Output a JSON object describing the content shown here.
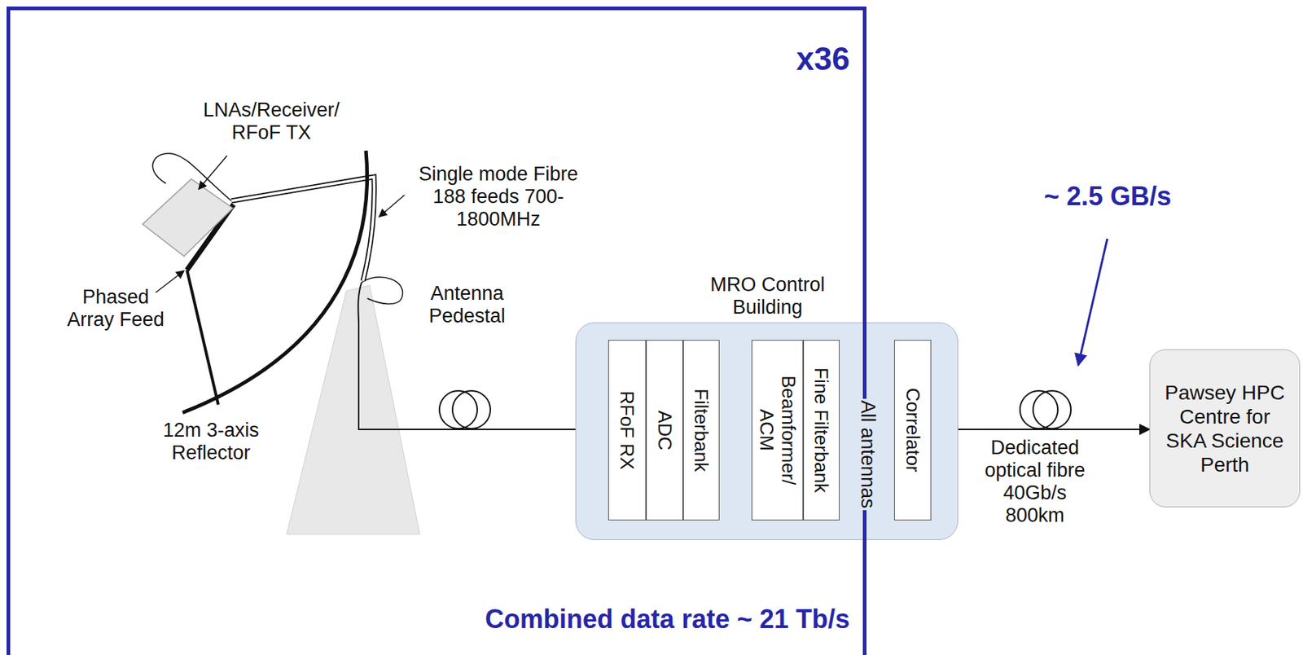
{
  "diagram": {
    "nodes": [
      {
        "text": [
          "x36",
          "Combined data rate ~ 21 Tb/s"
        ]
      },
      {
        "text": [
          "MRO Control Building"
        ]
      },
      {
        "text": [
          "RFoF RX"
        ],
        "in": 1
      },
      {
        "text": [
          "ADC"
        ],
        "in": 1
      },
      {
        "text": [
          "Filterbank"
        ],
        "in": 1
      },
      {
        "text": [
          "Beamformer/ ACM"
        ],
        "in": 1
      },
      {
        "text": [
          "Fine Filterbank"
        ],
        "in": 1
      },
      {
        "text": [
          "Correlator"
        ],
        "in": 1
      },
      {
        "text": [
          "Pawsey HPC Centre for SKA Science Perth"
        ]
      }
    ],
    "edges": [
      {
        "from": 4,
        "to": 5,
        "arrow": "to"
      },
      {
        "from": 6,
        "to": 7,
        "arrow": "to",
        "label": "All antennas"
      },
      {
        "from": 7,
        "to": 8,
        "arrow": "to",
        "label": "Dedicated optical fibre 40Gb/s 800km"
      }
    ],
    "labels": [
      "LNAs/Receiver/ RFoF TX",
      "Single mode Fibre 188 feeds 700-1800MHz",
      "Phased Array Feed",
      "Antenna Pedestal",
      "12m 3-axis Reflector",
      "~ 2.5 GB/s"
    ]
  }
}
